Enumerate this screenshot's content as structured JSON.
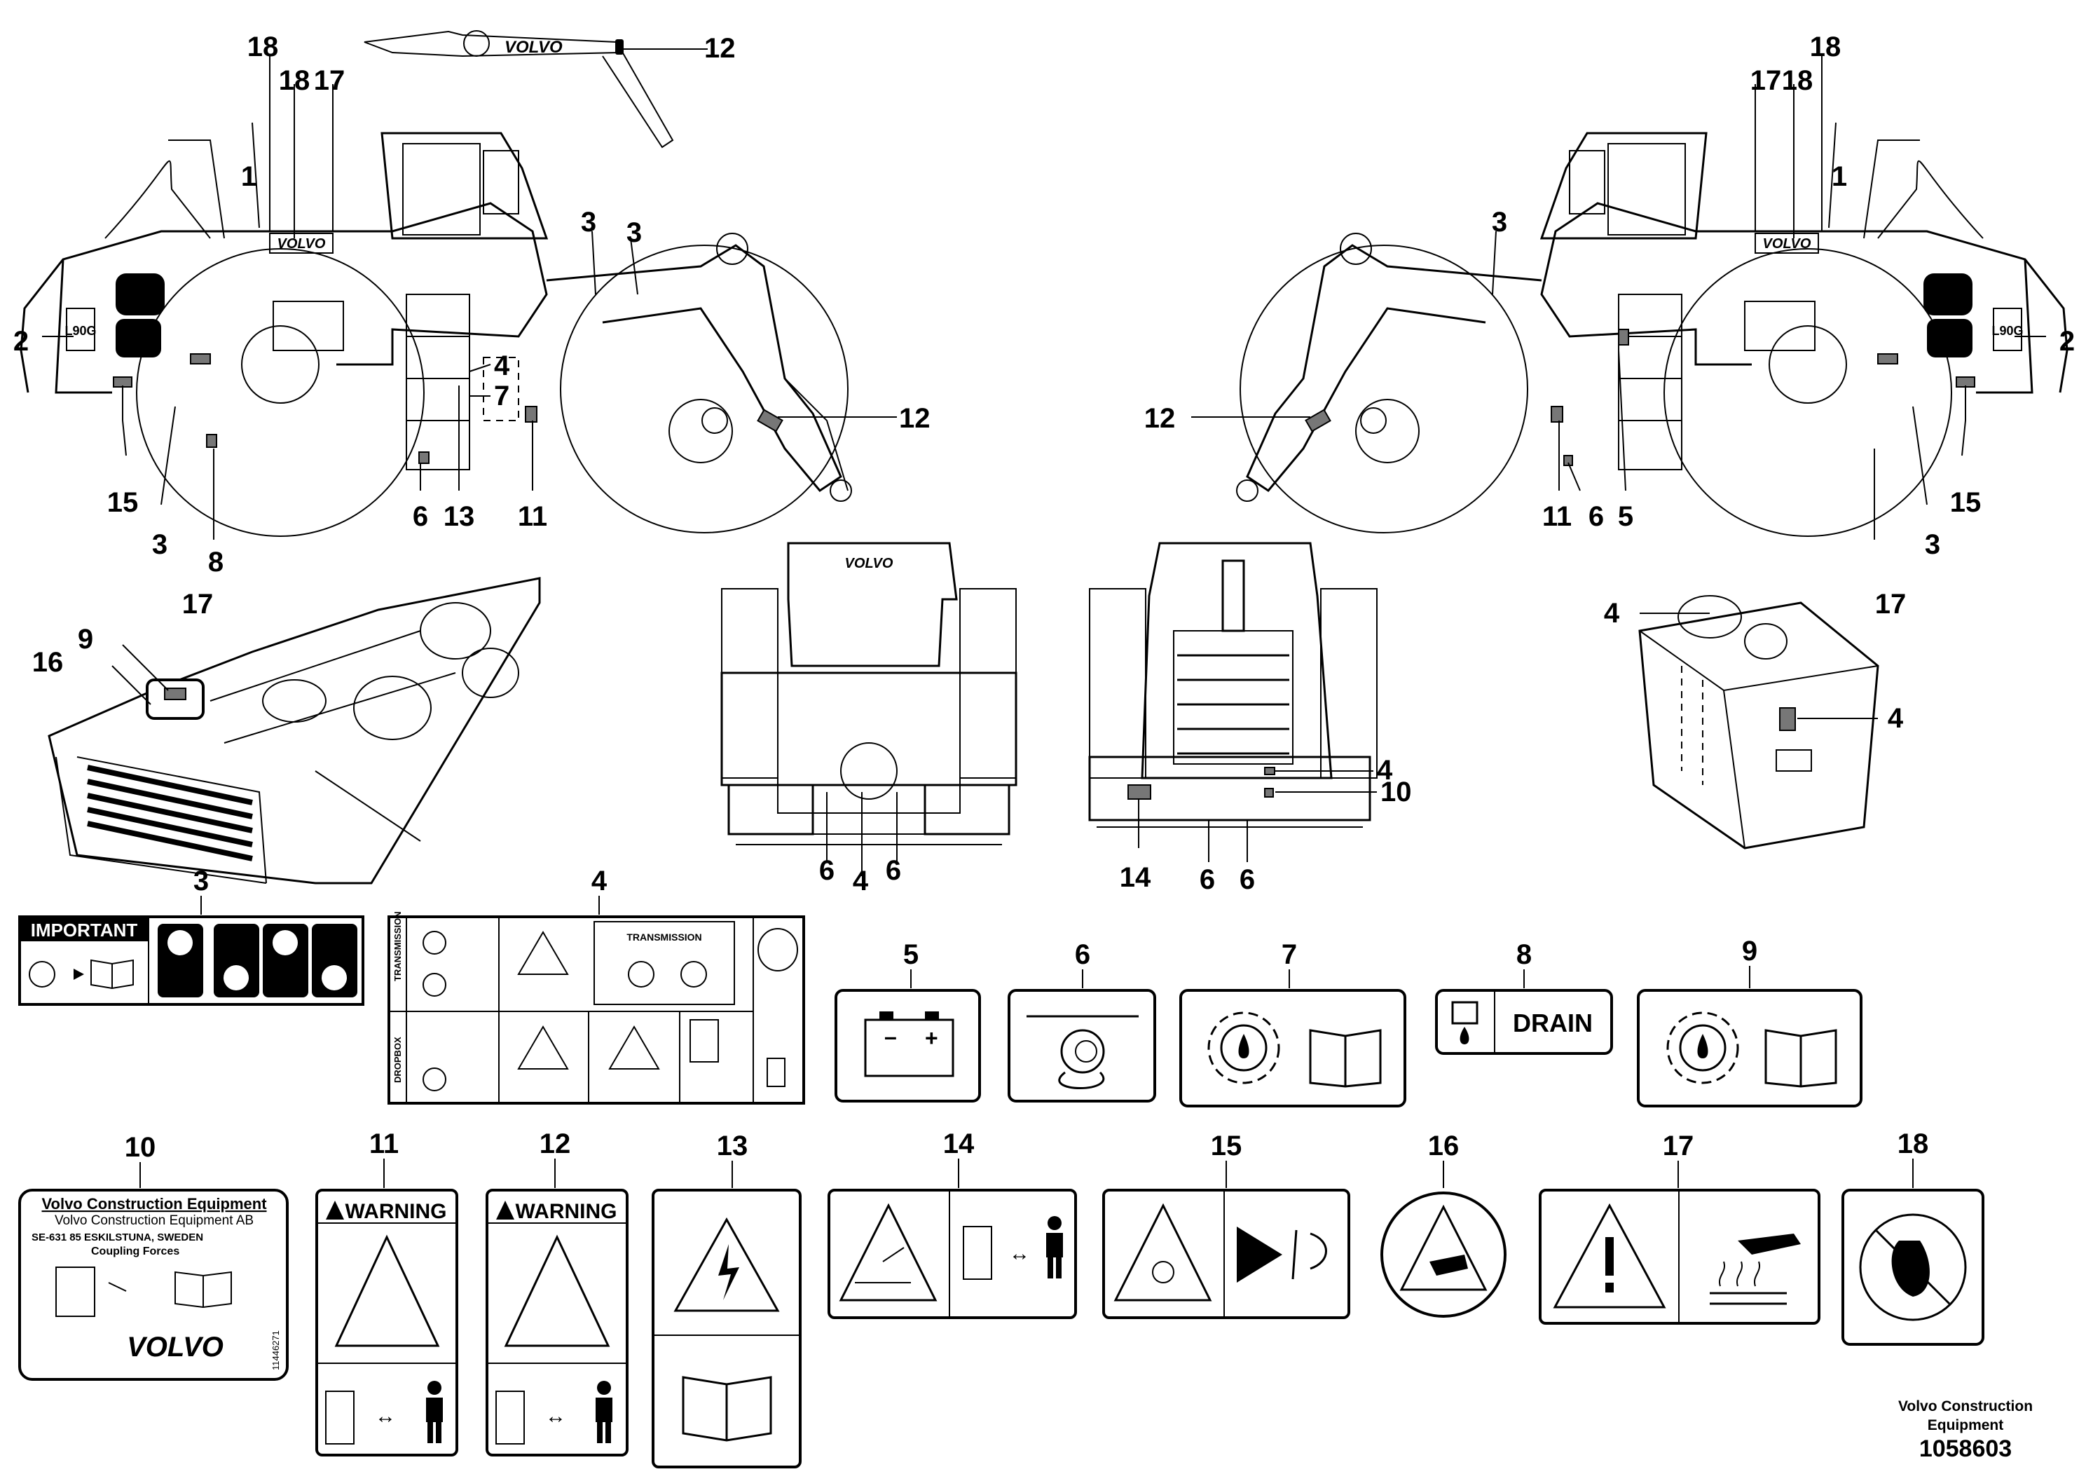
{
  "callouts": {
    "top_left": [
      "18",
      "18",
      "17",
      "1",
      "2",
      "15",
      "3",
      "17",
      "8",
      "6",
      "13",
      "11",
      "4",
      "7",
      "3",
      "3",
      "12",
      "12"
    ],
    "top_right": [
      "18",
      "17",
      "18",
      "1",
      "2",
      "15",
      "3",
      "17",
      "11",
      "6",
      "5",
      "12",
      "3"
    ],
    "engine": [
      "9",
      "16"
    ],
    "front": [
      "6",
      "4",
      "6"
    ],
    "rear": [
      "4",
      "10",
      "14",
      "6",
      "6"
    ],
    "tank": [
      "4",
      "4"
    ]
  },
  "decals": [
    {
      "num": "3",
      "texts": [
        "IMPORTANT"
      ]
    },
    {
      "num": "4",
      "texts": [
        "TRANSMISSION",
        "TRANSMISSION",
        "DROPBOX"
      ]
    },
    {
      "num": "5",
      "texts": []
    },
    {
      "num": "6",
      "texts": []
    },
    {
      "num": "7",
      "texts": []
    },
    {
      "num": "8",
      "texts": [
        "DRAIN"
      ]
    },
    {
      "num": "9",
      "texts": []
    },
    {
      "num": "10",
      "texts": [
        "Volvo Construction Equipment",
        "Volvo Construction Equipment AB",
        "SE-631 85 ESKILSTUNA, SWEDEN",
        "Coupling Forces",
        "VOLVO",
        "11446271"
      ]
    },
    {
      "num": "11",
      "texts": [
        "WARNING"
      ]
    },
    {
      "num": "12",
      "texts": [
        "WARNING"
      ]
    },
    {
      "num": "13",
      "texts": []
    },
    {
      "num": "14",
      "texts": []
    },
    {
      "num": "15",
      "texts": []
    },
    {
      "num": "16",
      "texts": []
    },
    {
      "num": "17",
      "texts": []
    },
    {
      "num": "18",
      "texts": []
    }
  ],
  "machine": {
    "logo": "VOLVO",
    "model_badge": "L90G"
  },
  "footer": {
    "company_line1": "Volvo Construction",
    "company_line2": "Equipment",
    "doc_number": "1058603"
  },
  "icons": [
    "warning-triangle-icon",
    "book-manual-icon",
    "gear-drop-icon",
    "battery-icon",
    "lifting-hook-icon",
    "person-icon",
    "no-step-icon",
    "electric-hazard-icon",
    "hot-surface-icon"
  ]
}
